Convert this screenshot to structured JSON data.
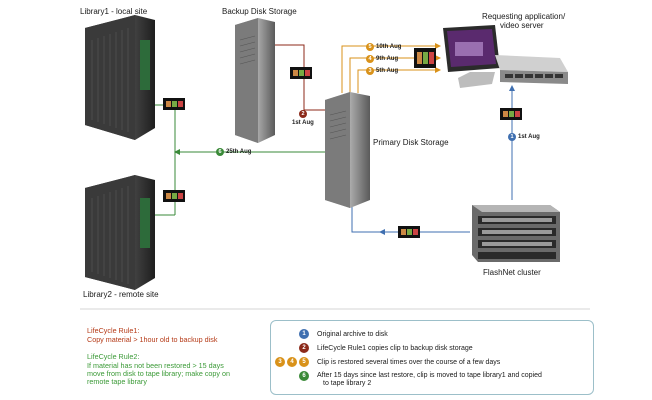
{
  "labels": {
    "library1": "Library1 - local site",
    "library2": "Library2 - remote site",
    "backup": "Backup Disk Storage",
    "primary": "Primary Disk Storage",
    "requesting": "Requesting application/",
    "requesting2": "video server",
    "flashnet": "FlashNet cluster"
  },
  "dates": {
    "d1": "1st Aug",
    "d2": "1st Aug",
    "d10": "10th Aug",
    "d9": "9th Aug",
    "d5": "5th Aug",
    "d25": "25th Aug"
  },
  "badges": {
    "b1": "1",
    "b2": "2",
    "b3": "3",
    "b4": "4",
    "b5": "5",
    "b6": "6"
  },
  "rules": {
    "rule1_title": "LifeCycle Rule1:",
    "rule1_text": "Copy material > 1hour old to backup disk",
    "rule2_title": "LifeCycle Rule2:",
    "rule2_line1": "If material has not been restored > 15 days",
    "rule2_line2": "move from disk to tape library; make copy on",
    "rule2_line3": "remote tape library"
  },
  "legend": {
    "item1": "Original archive to disk",
    "item2": "LifeCycle Rule1 copies clip to backup disk storage",
    "item3": "Clip is restored several times over the course of a few days",
    "item4_line1": "After 15 days since last restore, clip is moved to tape library1 and copied",
    "item4_line2": "to tape library 2"
  },
  "colors": {
    "green": "#3a8a38",
    "blue": "#3f6fb0",
    "dark_red": "#8c2a1a",
    "orange": "#d9921a"
  }
}
